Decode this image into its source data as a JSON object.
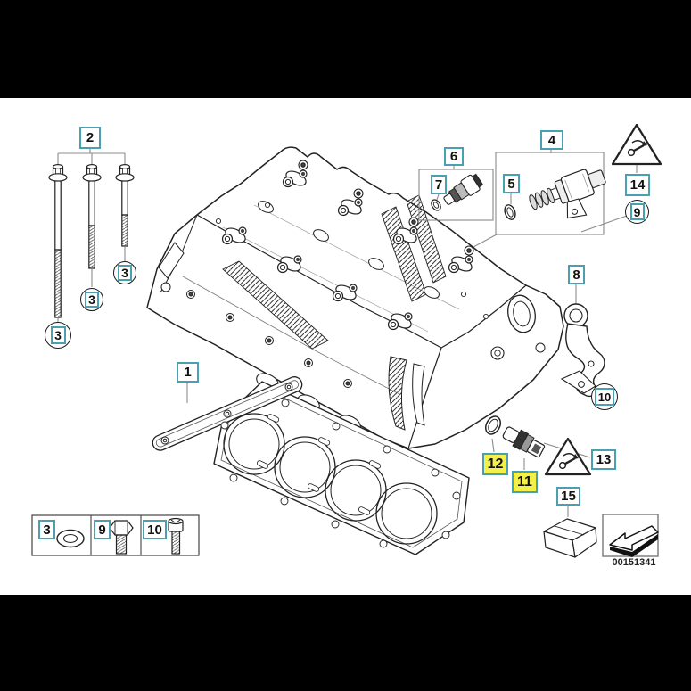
{
  "diagram": {
    "type": "exploded-parts-diagram",
    "subject": "cylinder-head",
    "image_number": "00151341",
    "callouts": {
      "n1": "1",
      "n2": "2",
      "n3": "3",
      "n4": "4",
      "n5": "5",
      "n6": "6",
      "n7": "7",
      "n8": "8",
      "n9": "9",
      "n10": "10",
      "n11": "11",
      "n12": "12",
      "n13": "13",
      "n14": "14",
      "n15": "15"
    },
    "highlighted_callouts": [
      "11",
      "12"
    ],
    "legend_items": [
      {
        "label": "3",
        "icon": "seal-washer-icon"
      },
      {
        "label": "9",
        "icon": "hex-bolt-icon"
      },
      {
        "label": "10",
        "icon": "socket-head-bolt-icon"
      }
    ],
    "icons": {
      "warning_triangle": "torque-warning-icon",
      "direction_arrow": "direction-arrow-icon"
    },
    "colors": {
      "callout_border": "#4aa0b0",
      "highlight_fill": "#f3f04a",
      "line_art": "#222222",
      "leader_line": "#8c8c8c",
      "letterbox": "#000000",
      "background": "#ffffff"
    }
  }
}
